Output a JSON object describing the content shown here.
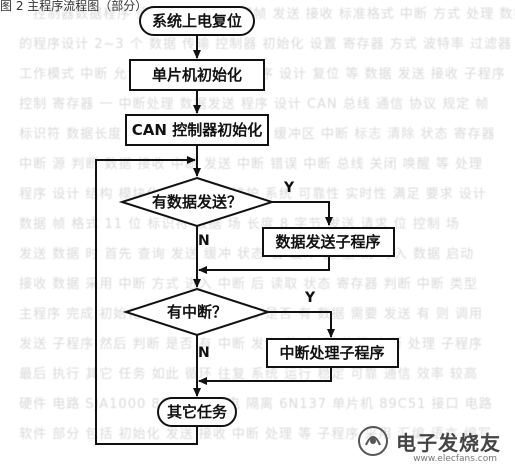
{
  "header": {
    "caption": "图 2 主程序流程图（部分）"
  },
  "flowchart": {
    "start": "系统上电复位",
    "mcu_init": "单片机初始化",
    "can_init": "CAN 控制器初始化",
    "decision_send": "有数据发送？",
    "send_sub": "数据发送子程序",
    "decision_int": "有中断？",
    "int_sub": "中断处理子程序",
    "other": "其它任务",
    "yes": "Y",
    "no": "N"
  },
  "watermark": {
    "text": "电子发烧友",
    "url": "www.elecfans.com"
  }
}
